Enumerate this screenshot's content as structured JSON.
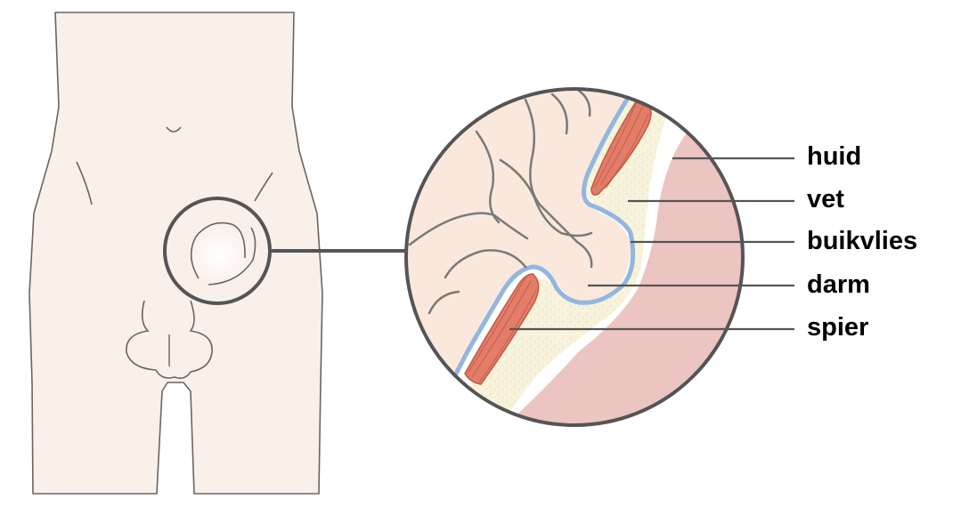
{
  "labels": {
    "skin": "huid",
    "fat": "vet",
    "peritoneum": "buikvlies",
    "intestine": "darm",
    "muscle": "spier"
  },
  "colors": {
    "body_fill": "#faf0ea",
    "outline": "#555555",
    "intestine_fill": "#fbe8dc",
    "fat_fill": "#f8f3dc",
    "skin_layer": "#ecc4c1",
    "peritoneum": "#92b6df",
    "muscle_fill": "#e27d6a",
    "muscle_edge": "#c5563f",
    "leader_line": "#555555",
    "label_text": "#000000"
  }
}
